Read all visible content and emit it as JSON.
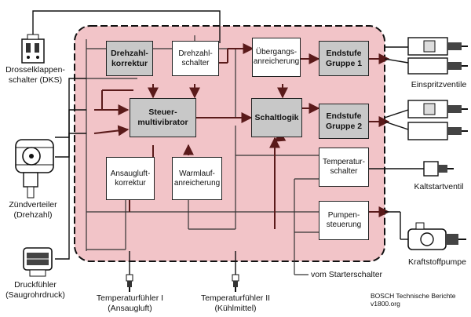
{
  "blocks": {
    "drehzahlkorrektur": "Drehzahl-\nkorrektur",
    "drehzahlschalter": "Drehzahl-\nschalter",
    "uebergangsanreicherung": "Übergangs-\nanreicherung",
    "endstufe1": "Endstufe\nGruppe 1",
    "steuermultivibrator": "Steuer-\nmultivibrator",
    "schaltlogik": "Schaltlogik",
    "endstufe2": "Endstufe\nGruppe 2",
    "ansaugluftkorrektur": "Ansaugluft-\nkorrektur",
    "warmlaufanreicherung": "Warmlauf-\nanreicherung",
    "temperaturschalter": "Temperatur-\nschalter",
    "pumpensteuerung": "Pumpen-\nsteuerung"
  },
  "labels": {
    "dks": "Drosselklappen-\nschalter (DKS)",
    "zuendverteiler": "Zündverteiler\n(Drehzahl)",
    "druckfuehler": "Druckfühler\n(Saugrohrdruck)",
    "temp1": "Temperaturfühler I\n(Ansaugluft)",
    "temp2": "Temperaturfühler II\n(Kühlmittel)",
    "starterschalter": "vom Starterschalter",
    "einspritzventile": "Einspritzventile",
    "kaltstartventil": "Kaltstartventil",
    "kraftstoffpumpe": "Kraftstoffpumpe",
    "credit": "BOSCH Technische Berichte\nv1800.org"
  },
  "colors": {
    "ecu_fill": "#f2c4c8",
    "line": "#111111",
    "arrow": "#5a1a1a",
    "block_gray": "#c8c8c8"
  }
}
